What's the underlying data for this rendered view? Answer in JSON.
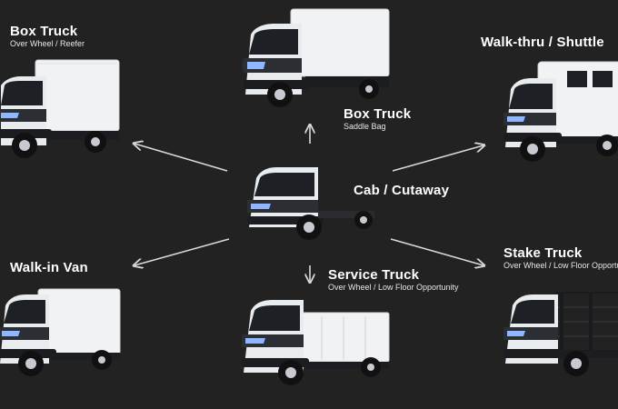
{
  "colors": {
    "background": "#222223",
    "arrow": "#d9d9d9",
    "body": "#f2f3f5",
    "mask": "#2b2e33",
    "headlight": "#8fb6ff"
  },
  "vehicles": [
    {
      "id": "box-reefer",
      "title": "Box Truck",
      "subtitle": "Over Wheel / Reefer",
      "body_icon": "box-truck-icon"
    },
    {
      "id": "box-saddle",
      "title": "Box Truck",
      "subtitle": "Saddle Bag",
      "body_icon": "box-truck-icon"
    },
    {
      "id": "walk-thru",
      "title": "Walk-thru / Shuttle",
      "subtitle": "",
      "body_icon": "shuttle-icon"
    },
    {
      "id": "cab",
      "title": "Cab / Cutaway",
      "subtitle": "",
      "body_icon": "cab-chassis-icon"
    },
    {
      "id": "walk-in",
      "title": "Walk-in Van",
      "subtitle": "",
      "body_icon": "walk-in-van-icon"
    },
    {
      "id": "service",
      "title": "Service Truck",
      "subtitle": "Over Wheel / Low Floor Opportunity",
      "body_icon": "service-truck-icon"
    },
    {
      "id": "stake",
      "title": "Stake Truck",
      "subtitle": "Over Wheel / Low Floor Opportunity",
      "body_icon": "stake-truck-icon"
    }
  ]
}
